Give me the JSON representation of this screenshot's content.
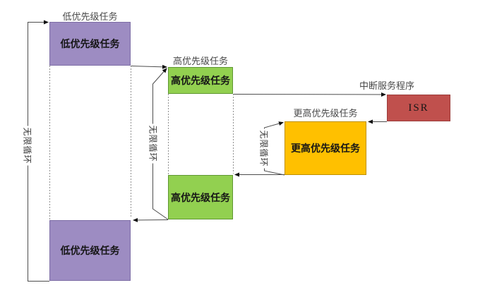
{
  "canvas": {
    "background": "#ffffff"
  },
  "colors": {
    "low_priority_fill": "#9d8cc2",
    "high_priority_fill": "#92d050",
    "higher_priority_fill": "#ffc000",
    "isr_fill": "#c0504d",
    "connector_line": "#4d4d4d",
    "dashed_line": "#909090"
  },
  "boxes": {
    "low_top": {
      "label": "低优先级任务"
    },
    "high_top": {
      "label": "高优先级任务"
    },
    "isr": {
      "label": "ISR"
    },
    "higher": {
      "label": "更高优先级任务"
    },
    "high_bottom": {
      "label": "高优先级任务"
    },
    "low_bottom": {
      "label": "低优先级任务"
    }
  },
  "captions": {
    "low_top": "低优先级任务",
    "high_top": "高优先级任务",
    "isr": "中断服务程序",
    "higher": "更高优先级任务"
  },
  "loops": {
    "low": "无限循环",
    "high": "无限循环",
    "higher": "无限循环"
  }
}
